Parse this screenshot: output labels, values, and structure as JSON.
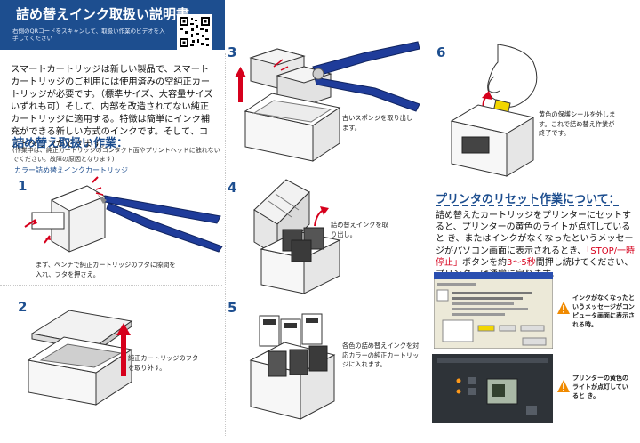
{
  "header": {
    "title": "詰め替えインク取扱い説明書",
    "subtitle": "右側のQRコードをスキャンして、取扱い作業のビデオを入手してください"
  },
  "intro": "スマートカートリッジは新しい製品で、スマートカートリッジのご利用には使用済みの空純正カートリッジが必要です。（標準サイズ、大容量サイズいずれも可）そして、内部を改造されてない純正カートリッジに適用する。特徴は簡単にインク補充ができる新しい方式のインクです。そして、コストダウンができます。",
  "procedure": {
    "title": "詰め替え取扱い作業：",
    "note": "(作業中は、純正カートリッジのコンタクト面やプリントヘッドに触れないでください。故障の原因となります)",
    "cartridge_label": "カラー詰め替えインクカートリッジ"
  },
  "steps": [
    {
      "num": "1",
      "caption": "まず、ペンチで純正カートリッジのフタに隙間を入れ、フタを押さえ。"
    },
    {
      "num": "2",
      "caption": "純正カートリッジのフタを取り外す。"
    },
    {
      "num": "3",
      "caption": "古いスポンジを取り出します。"
    },
    {
      "num": "4",
      "caption": "詰め替えインクを取り出し。"
    },
    {
      "num": "5",
      "caption": "各色の詰め替えインクを対応カラーの純正カートリッジに入れます。"
    },
    {
      "num": "6",
      "caption": "黄色の保護シールを外します。これで詰め替え作業が終了です。"
    }
  ],
  "reset": {
    "title": "プリンタのリセット作業について：",
    "body_before": "詰め替えたカートリッジをプリンターにセットすると、プリンターの黄色のライトが点灯していると き、またはインクがなくなったというメッセージがパソコン画面に表示されるとき、",
    "body_highlight": "「STOP/一時停止」",
    "body_middle": "ボタンを約",
    "body_seconds": "3～5秒",
    "body_after": "間押し続けてください、プリンターは通常に戻ります。",
    "warning1": "インクがなくなったというメッセージがコンピュータ画面に表示される時。",
    "warning2": "プリンターの黄色のライトが点灯していると き。"
  }
}
